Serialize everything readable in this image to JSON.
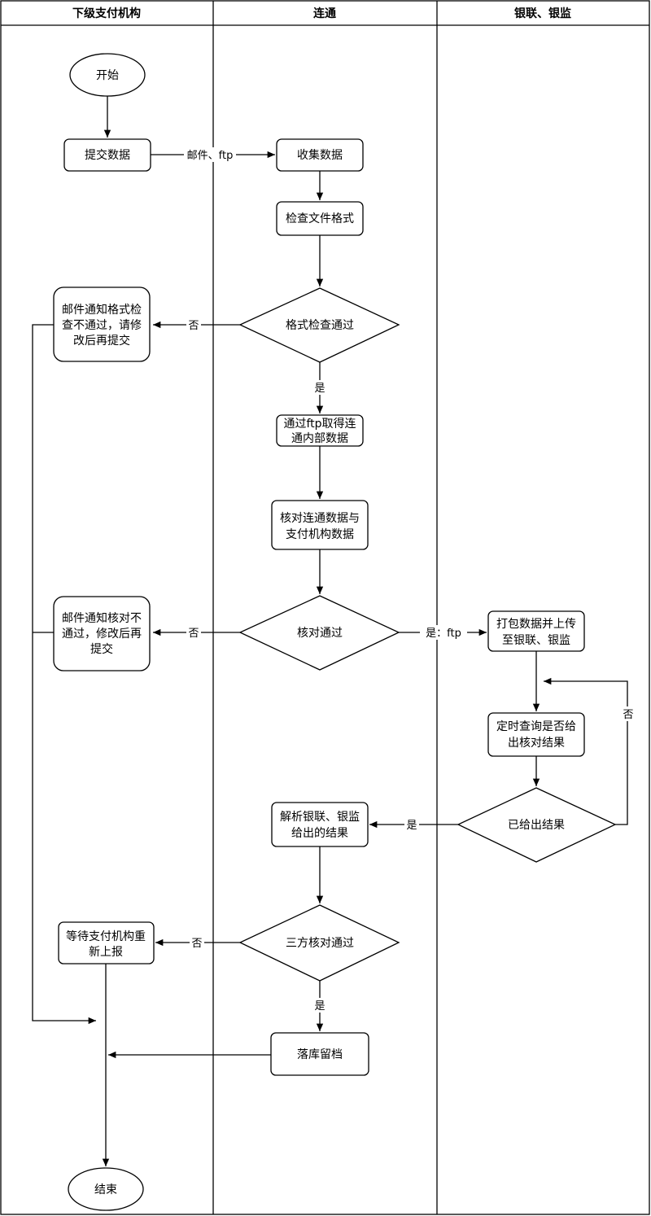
{
  "lanes": {
    "subordinate": "下级支付机构",
    "liantong": "连通",
    "unionpay": "银联、银监"
  },
  "nodes": {
    "start": "开始",
    "submit": "提交数据",
    "collect": "收集数据",
    "check_format": "检查文件格式",
    "format_ok": "格式检查通过",
    "notify_format": [
      "邮件通知格式检",
      "查不通过，请修",
      "改后再提交"
    ],
    "fetch_ftp": [
      "通过ftp取得连",
      "通内部数据"
    ],
    "reconcile": [
      "核对连通数据与",
      "支付机构数据"
    ],
    "reconcile_ok": "核对通过",
    "notify_reconcile": [
      "邮件通知核对不",
      "通过，修改后再",
      "提交"
    ],
    "pack_upload": [
      "打包数据并上传",
      "至银联、银监"
    ],
    "poll": [
      "定时查询是否给",
      "出核对结果"
    ],
    "result_given": "已给出结果",
    "parse": [
      "解析银联、银监",
      "给出的结果"
    ],
    "tripartite_ok": "三方核对通过",
    "wait_resubmit": [
      "等待支付机构重",
      "新上报"
    ],
    "archive": "落库留档",
    "end": "结束"
  },
  "edge_labels": {
    "mail_ftp": "邮件、ftp",
    "no": "否",
    "yes": "是",
    "yes_ftp": "是：ftp"
  }
}
